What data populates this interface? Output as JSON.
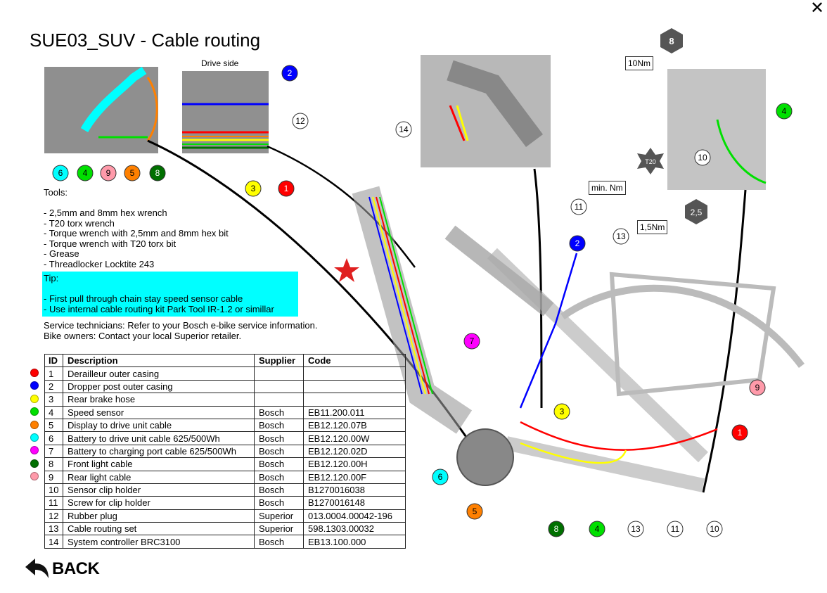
{
  "title": "SUE03_SUV - Cable routing",
  "close_icon": "close-x-icon",
  "inset_label": "Drive side",
  "tools_text": "Tools:\n\n- 2,5mm and 8mm hex wrench\n- T20 torx wrench\n- Torque wrench with 2,5mm and 8mm hex bit\n- Torque wrench with T20 torx bit\n- Grease\n- Threadlocker Locktite 243",
  "tip_text": "Tip:\n\n- First pull through chain stay speed sensor cable\n- Use internal cable routing kit Park Tool IR-1.2 or simillar",
  "tip_color": "#00ffff",
  "service_text": "Service technicians: Refer to your Bosch e-bike service information.\nBike owners: Contact your local Superior retailer.",
  "table": {
    "headers": [
      "ID",
      "Description",
      "Supplier",
      "Code"
    ],
    "rows": [
      {
        "id": "1",
        "desc": "Derailleur outer casing",
        "supplier": "",
        "code": "",
        "color": "#ff0000"
      },
      {
        "id": "2",
        "desc": "Dropper post outer casing",
        "supplier": "",
        "code": "",
        "color": "#0000ff"
      },
      {
        "id": "3",
        "desc": "Rear brake hose",
        "supplier": "",
        "code": "",
        "color": "#ffff00"
      },
      {
        "id": "4",
        "desc": "Speed sensor",
        "supplier": "Bosch",
        "code": "EB11.200.011",
        "color": "#00e000"
      },
      {
        "id": "5",
        "desc": "Display to drive unit cable",
        "supplier": "Bosch",
        "code": "EB12.120.07B",
        "color": "#ff8000"
      },
      {
        "id": "6",
        "desc": "Battery to drive unit cable 625/500Wh",
        "supplier": "Bosch",
        "code": "EB12.120.00W",
        "color": "#00ffff"
      },
      {
        "id": "7",
        "desc": "Battery to charging port cable 625/500Wh",
        "supplier": "Bosch",
        "code": "EB12.120.02D",
        "color": "#ff00ff"
      },
      {
        "id": "8",
        "desc": "Front light cable",
        "supplier": "Bosch",
        "code": "EB12.120.00H",
        "color": "#007000"
      },
      {
        "id": "9",
        "desc": "Rear light cable",
        "supplier": "Bosch",
        "code": "EB12.120.00F",
        "color": "#ff9aaa"
      },
      {
        "id": "10",
        "desc": "Sensor clip holder",
        "supplier": "Bosch",
        "code": "B1270016038"
      },
      {
        "id": "11",
        "desc": "Screw for clip holder",
        "supplier": "Bosch",
        "code": "B1270016148"
      },
      {
        "id": "12",
        "desc": "Rubber plug",
        "supplier": "Superior",
        "code": "013.0004.00042-196"
      },
      {
        "id": "13",
        "desc": "Cable routing set",
        "supplier": "Superior",
        "code": "598.1303.00032"
      },
      {
        "id": "14",
        "desc": "System controller BRC3100",
        "supplier": "Bosch",
        "code": "EB13.100.000"
      }
    ]
  },
  "torque_labels": [
    "10Nm",
    "min. Nm",
    "1,5Nm"
  ],
  "tool_badges": [
    "8",
    "T20",
    "2,5"
  ],
  "callouts": [
    {
      "n": "2",
      "c": "#0000ff"
    },
    {
      "n": "3",
      "c": "#ffff00"
    },
    {
      "n": "1",
      "c": "#ff0000"
    },
    {
      "n": "6",
      "c": "#00ffff"
    },
    {
      "n": "4",
      "c": "#00e000"
    },
    {
      "n": "9",
      "c": "#ff9aaa"
    },
    {
      "n": "5",
      "c": "#ff8000"
    },
    {
      "n": "8",
      "c": "#007000"
    },
    {
      "n": "12",
      "c": "#ffffff"
    },
    {
      "n": "14",
      "c": "#ffffff"
    },
    {
      "n": "2",
      "c": "#0000ff"
    },
    {
      "n": "7",
      "c": "#ff00ff"
    },
    {
      "n": "3",
      "c": "#ffff00"
    },
    {
      "n": "1",
      "c": "#ff0000"
    },
    {
      "n": "9",
      "c": "#ff9aaa"
    },
    {
      "n": "6",
      "c": "#00ffff"
    },
    {
      "n": "5",
      "c": "#ff8000"
    },
    {
      "n": "8",
      "c": "#007000"
    },
    {
      "n": "4",
      "c": "#00e000"
    },
    {
      "n": "13",
      "c": "#ffffff"
    },
    {
      "n": "11",
      "c": "#ffffff"
    },
    {
      "n": "10",
      "c": "#ffffff"
    },
    {
      "n": "4",
      "c": "#00e000"
    },
    {
      "n": "10",
      "c": "#ffffff"
    },
    {
      "n": "11",
      "c": "#ffffff"
    },
    {
      "n": "13",
      "c": "#ffffff"
    }
  ],
  "back_label": "BACK",
  "back_icon": "back-arrow-icon"
}
